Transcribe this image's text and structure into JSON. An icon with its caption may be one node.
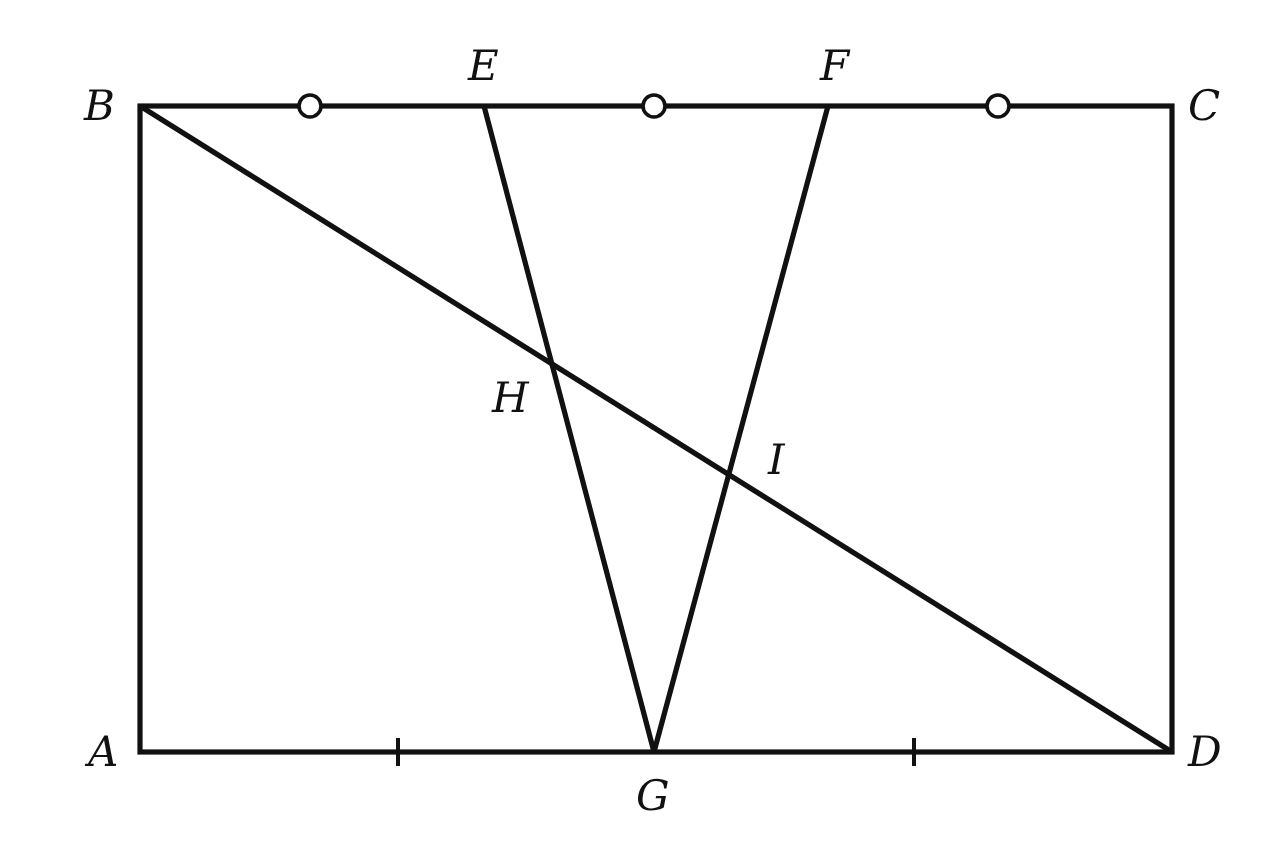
{
  "diagram": {
    "labels": [
      "B",
      "E",
      "F",
      "C",
      "H",
      "I",
      "A",
      "D",
      "G"
    ]
  }
}
